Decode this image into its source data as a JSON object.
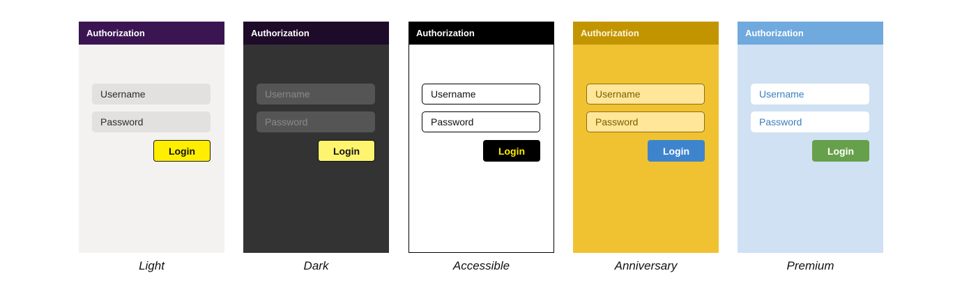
{
  "themes": [
    {
      "id": "light",
      "header_title": "Authorization",
      "username_placeholder": "Username",
      "password_placeholder": "Password",
      "login_label": "Login",
      "caption": "Light"
    },
    {
      "id": "dark",
      "header_title": "Authorization",
      "username_placeholder": "Username",
      "password_placeholder": "Password",
      "login_label": "Login",
      "caption": "Dark"
    },
    {
      "id": "accessible",
      "header_title": "Authorization",
      "username_placeholder": "Username",
      "password_placeholder": "Password",
      "login_label": "Login",
      "caption": "Accessible"
    },
    {
      "id": "anniversary",
      "header_title": "Authorization",
      "username_placeholder": "Username",
      "password_placeholder": "Password",
      "login_label": "Login",
      "caption": "Anniversary"
    },
    {
      "id": "premium",
      "header_title": "Authorization",
      "username_placeholder": "Username",
      "password_placeholder": "Password",
      "login_label": "Login",
      "caption": "Premium"
    }
  ],
  "colors": {
    "light": {
      "header": "#3b1552",
      "body": "#f3f2f0",
      "field": "#e2e1e0",
      "button": "#ffee00"
    },
    "dark": {
      "header": "#1e0b29",
      "body": "#333333",
      "field": "#555555",
      "button": "#fff470"
    },
    "accessible": {
      "header": "#000000",
      "body": "#ffffff",
      "field": "#ffffff",
      "button": "#000000"
    },
    "anniversary": {
      "header": "#c29500",
      "body": "#f0c232",
      "field": "#ffe698",
      "button": "#3d84cd"
    },
    "premium": {
      "header": "#6fa9dd",
      "body": "#cfe1f3",
      "field": "#ffffff",
      "button": "#67a04a"
    }
  }
}
